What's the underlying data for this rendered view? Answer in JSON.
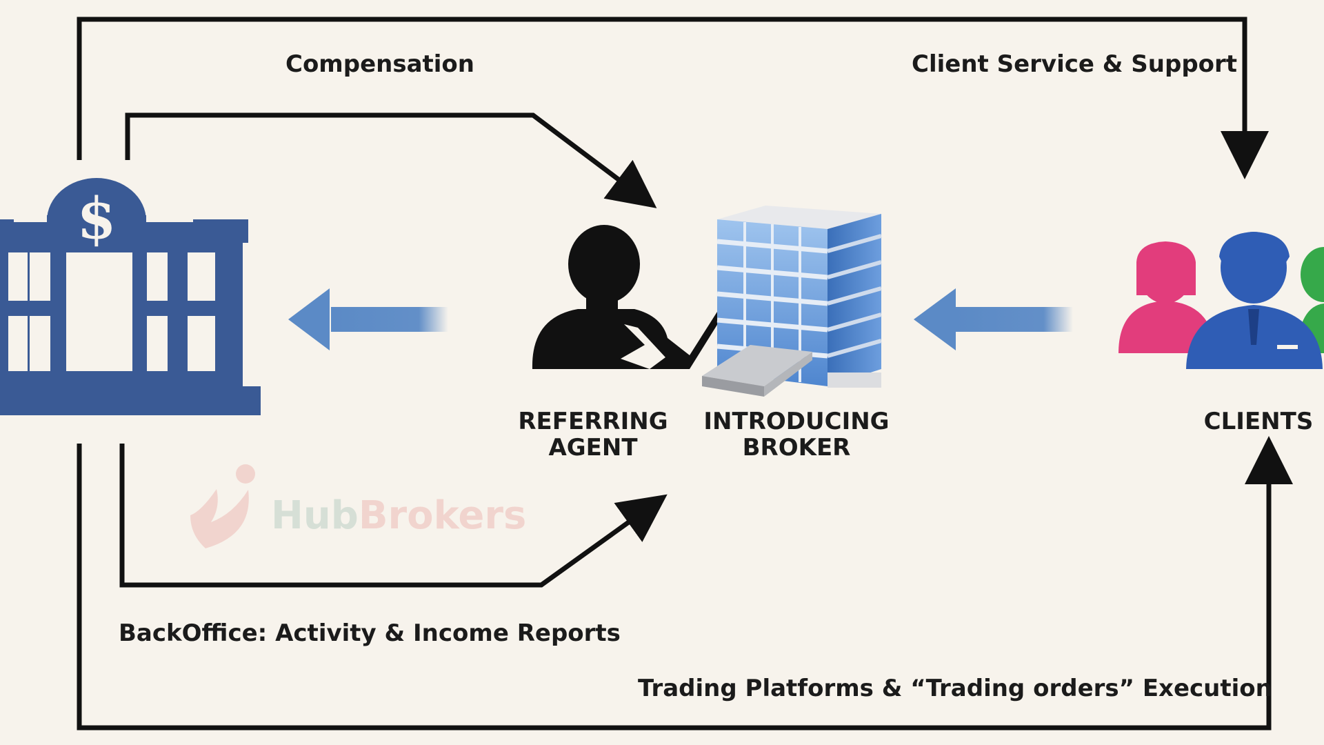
{
  "flows": {
    "compensation": "Compensation",
    "client_service": "Client Service & Support",
    "backoffice": "BackOffice: Activity & Income Reports",
    "trading": "Trading Platforms & “Trading orders” Execution"
  },
  "nodes": {
    "referring_agent": {
      "line1": "REFERRING",
      "line2": "AGENT"
    },
    "introducing_broker": {
      "line1": "INTRODUCING",
      "line2": "BROKER"
    },
    "clients": {
      "line1": "CLIENTS"
    }
  },
  "watermark": {
    "part1": "Hub",
    "part2": "Brokers"
  },
  "icons": {
    "bank": "bank-dollar-icon",
    "agent": "referring-agent-icon",
    "broker": "office-building-icon",
    "clients": "clients-group-icon"
  },
  "colors": {
    "bank": "#3a5a95",
    "flow_arrow": "#5b8ac6",
    "line": "#111111",
    "client_pink": "#e23d7c",
    "client_blue": "#2f5db5",
    "client_green": "#36a94a"
  }
}
